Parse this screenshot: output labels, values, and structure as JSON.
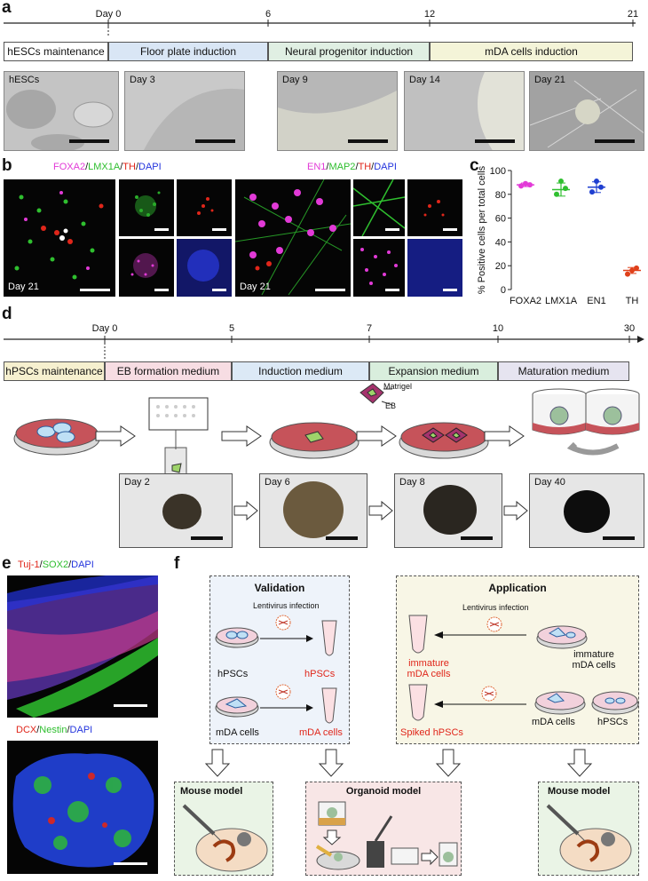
{
  "panel_a": {
    "letter": "a",
    "days": [
      "Day 0",
      "6",
      "12",
      "21"
    ],
    "stages": [
      {
        "label": "hESCs maintenance",
        "color": "#ffffff"
      },
      {
        "label": "Floor plate induction",
        "color": "#d9e6f5"
      },
      {
        "label": "Neural progenitor induction",
        "color": "#e0efe3"
      },
      {
        "label": "mDA cells induction",
        "color": "#f4f4d8"
      }
    ],
    "images": [
      "hESCs",
      "Day 3",
      "Day 9",
      "Day 14",
      "Day 21"
    ]
  },
  "panel_b": {
    "letter": "b",
    "left_title": {
      "p1": "FOXA2",
      "s1": "/",
      "p2": "LMX1A",
      "s2": "/",
      "p3": "TH",
      "s3": "/",
      "p4": "DAPI"
    },
    "right_title": {
      "p1": "EN1",
      "s1": "/",
      "p2": "MAP2",
      "s2": "/",
      "p3": "TH",
      "s3": "/",
      "p4": "DAPI"
    },
    "left_day": "Day 21",
    "right_day": "Day 21",
    "colors": {
      "magenta": "#e23ad7",
      "green": "#2fbf2f",
      "red": "#e0261a",
      "blue": "#2233dd"
    }
  },
  "panel_c": {
    "letter": "c",
    "chart_data": {
      "type": "scatter",
      "ylabel": "% Positive cells per total cells",
      "ylim": [
        0,
        100
      ],
      "yticks": [
        0,
        20,
        40,
        60,
        80,
        100
      ],
      "categories": [
        "FOXA2",
        "LMX1A",
        "EN1",
        "TH"
      ],
      "colors": [
        "#e23ad7",
        "#2fbf2f",
        "#1f3fd0",
        "#e0401a"
      ],
      "points": [
        [
          87,
          89,
          88
        ],
        [
          80,
          91,
          85
        ],
        [
          82,
          91,
          86
        ],
        [
          13,
          16,
          18
        ]
      ],
      "means": [
        88,
        84,
        86,
        16
      ],
      "sd": [
        1.5,
        5.5,
        4.5,
        2.5
      ]
    }
  },
  "panel_d": {
    "letter": "d",
    "days": [
      "Day 0",
      "5",
      "7",
      "10",
      "30"
    ],
    "stages": [
      {
        "label": "hPSCs maintenance",
        "color": "#f6f0cf"
      },
      {
        "label": "EB formation medium",
        "color": "#f7dde3"
      },
      {
        "label": "Induction medium",
        "color": "#dce9f6"
      },
      {
        "label": "Expansion medium",
        "color": "#d9eedd"
      },
      {
        "label": "Maturation medium",
        "color": "#e6e4f0"
      }
    ],
    "matrigel": "Matrigel",
    "eb": "EB",
    "images": [
      "Day 2",
      "Day 6",
      "Day 8",
      "Day 40"
    ]
  },
  "panel_e": {
    "letter": "e",
    "top_title": {
      "p1": "Tuj-1",
      "s1": "/",
      "p2": "SOX2",
      "s2": "/",
      "p3": "DAPI"
    },
    "bottom_title": {
      "p1": "DCX",
      "s1": "/",
      "p2": "Nestin",
      "s2": "/",
      "p3": "DAPI"
    }
  },
  "panel_f": {
    "letter": "f",
    "validation": {
      "title": "Validation",
      "infection": "Lentivirus infection",
      "hpscs": "hPSCs",
      "hpscs_out": "hPSCs",
      "mda": "mDA cells",
      "mda_out": "mDA cells"
    },
    "application": {
      "title": "Application",
      "infection": "Lentivirus infection",
      "immature_out": "immature\nmDA cells",
      "immature_in": "immature\nmDA cells",
      "mda": "mDA cells",
      "hpscs": "hPSCs",
      "spiked": "Spiked hPSCs"
    },
    "models": {
      "left": "Mouse model",
      "center": "Organoid model",
      "right": "Mouse model"
    }
  }
}
